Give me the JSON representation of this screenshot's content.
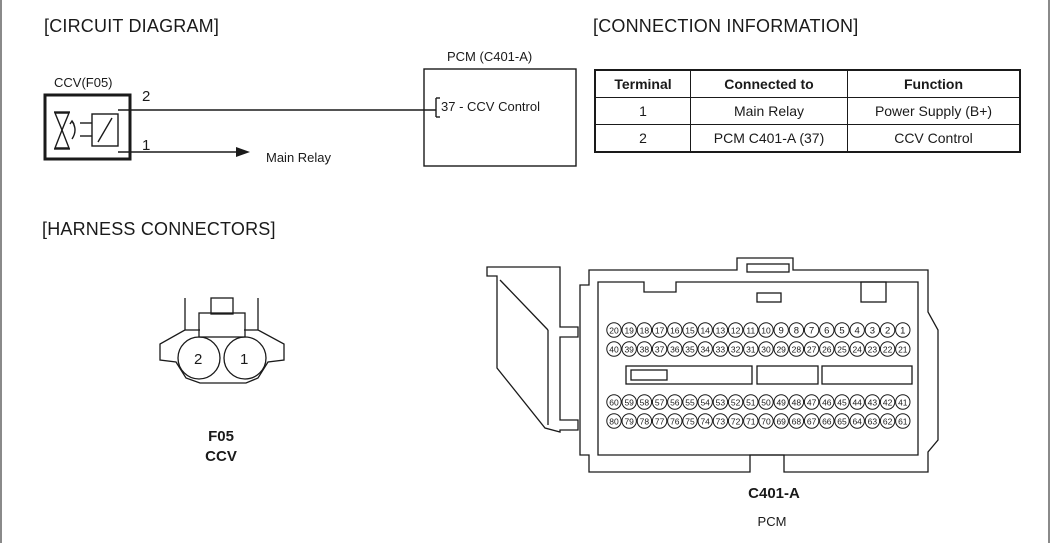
{
  "sections": {
    "circuit_diagram": "[CIRCUIT DIAGRAM]",
    "connection_information": "[CONNECTION INFORMATION]",
    "harness_connectors": "[HARNESS CONNECTORS]"
  },
  "circuit": {
    "ccv_label": "CCV(F05)",
    "pcm_label": "PCM (C401-A)",
    "pin_2": "2",
    "pin_1": "1",
    "pcm_pin": "37 - CCV Control",
    "main_relay": "Main Relay"
  },
  "table": {
    "headers": [
      "Terminal",
      "Connected to",
      "Function"
    ],
    "rows": [
      [
        "1",
        "Main Relay",
        "Power Supply (B+)"
      ],
      [
        "2",
        "PCM C401-A (37)",
        "CCV Control"
      ]
    ]
  },
  "connectors": {
    "f05": {
      "code": "F05",
      "name": "CCV",
      "pins": [
        "2",
        "1"
      ]
    },
    "c401a": {
      "code": "C401-A",
      "name": "PCM",
      "rows": [
        [
          "20",
          "19",
          "18",
          "17",
          "16",
          "15",
          "14",
          "13",
          "12",
          "11",
          "10",
          "9",
          "8",
          "7",
          "6",
          "5",
          "4",
          "3",
          "2",
          "1"
        ],
        [
          "40",
          "39",
          "38",
          "37",
          "36",
          "35",
          "34",
          "33",
          "32",
          "31",
          "30",
          "29",
          "28",
          "27",
          "26",
          "25",
          "24",
          "23",
          "22",
          "21"
        ],
        [
          "60",
          "59",
          "58",
          "57",
          "56",
          "55",
          "54",
          "53",
          "52",
          "51",
          "50",
          "49",
          "48",
          "47",
          "46",
          "45",
          "44",
          "43",
          "42",
          "41"
        ],
        [
          "80",
          "79",
          "78",
          "77",
          "76",
          "75",
          "74",
          "73",
          "72",
          "71",
          "70",
          "69",
          "68",
          "67",
          "66",
          "65",
          "64",
          "63",
          "62",
          "61"
        ]
      ]
    }
  }
}
